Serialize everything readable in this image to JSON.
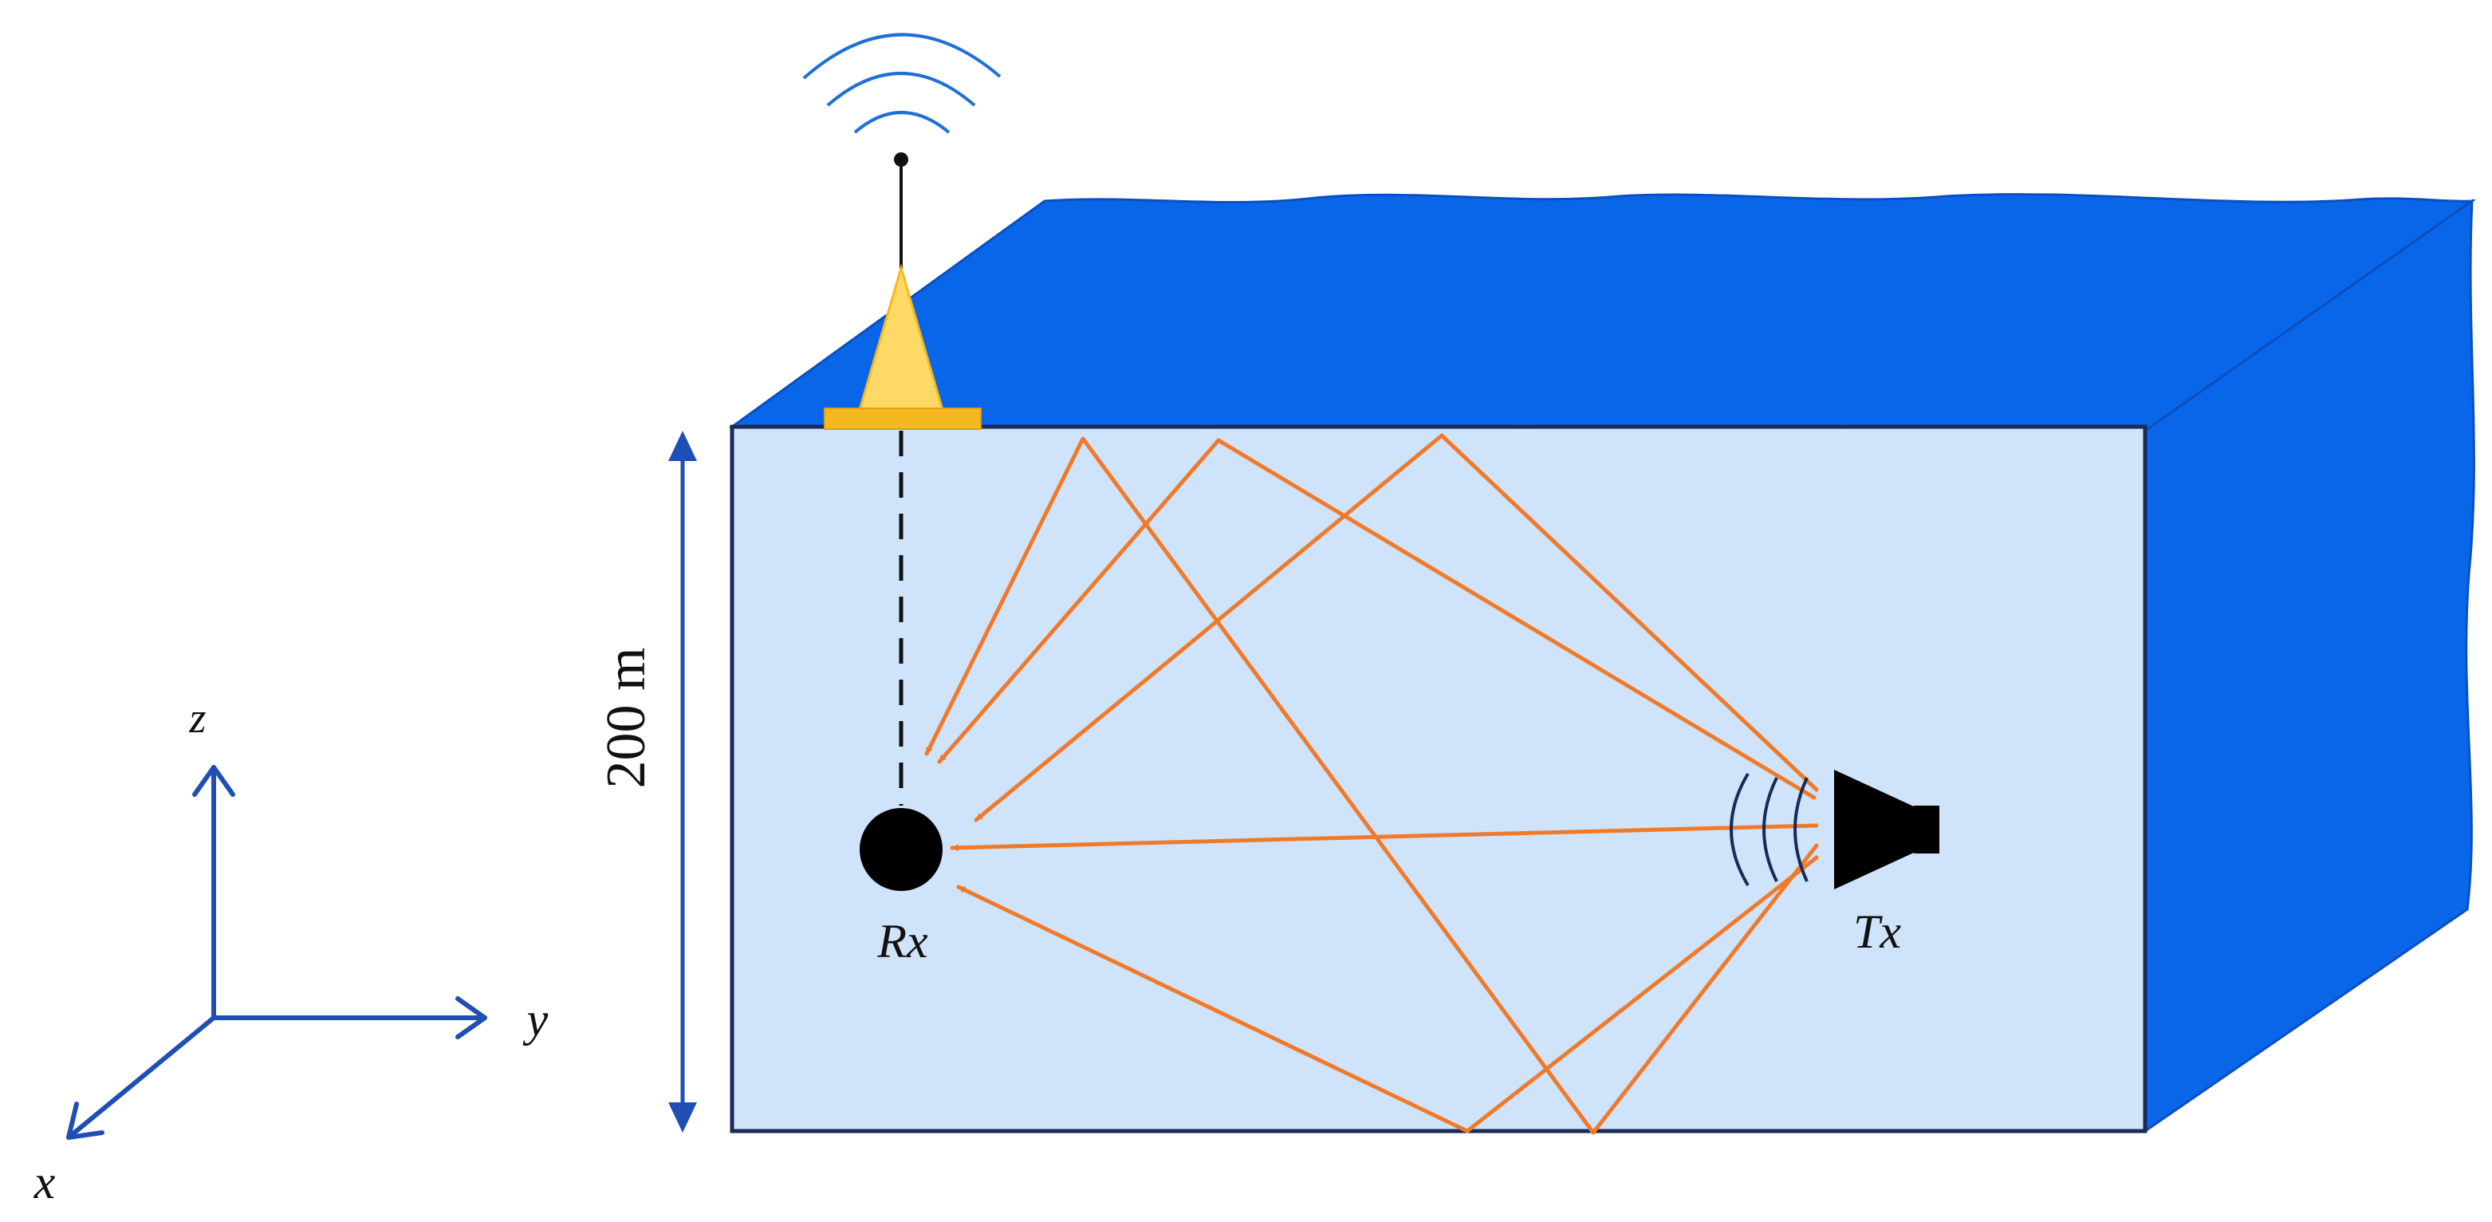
{
  "labels": {
    "depth": "200 m",
    "receiver": "Rx",
    "transmitter": "Tx",
    "axis_x": "x",
    "axis_y": "y",
    "axis_z": "z"
  },
  "colors": {
    "water_surface": "#0A66E8",
    "water_side": "#0A66E8",
    "water_front": "#CFE3FA",
    "front_border": "#1A2A55",
    "ray": "#F07A2A",
    "axis": "#1F4FB5",
    "depth_arrow": "#1F4FB5",
    "buoy_body": "#FFD966",
    "buoy_base": "#F5B820",
    "signal_waves": "#1E6FD8",
    "receiver": "#000000",
    "transmitter": "#000000"
  },
  "icons": {
    "buoy": "buoy-antenna-icon",
    "receiver": "receiver-sphere-icon",
    "transmitter": "speaker-transmitter-icon"
  }
}
